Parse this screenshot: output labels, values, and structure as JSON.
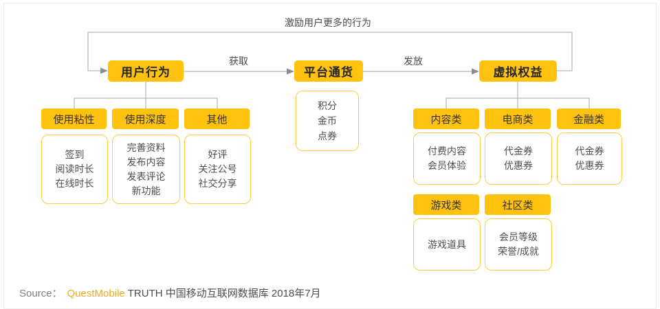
{
  "flow": {
    "feedback_label": "激励用户更多的行为",
    "edge_acquire_label": "获取",
    "edge_distribute_label": "发放",
    "user_behavior": "用户行为",
    "platform_currency": "平台通货",
    "virtual_rights": "虚拟权益"
  },
  "currency_box": {
    "items": [
      "积分",
      "金币",
      "点券"
    ]
  },
  "behavior_groups": [
    {
      "label": "使用粘性",
      "items": [
        "签到",
        "阅读时长",
        "在线时长"
      ]
    },
    {
      "label": "使用深度",
      "items": [
        "完善资料",
        "发布内容",
        "发表评论",
        "新功能"
      ]
    },
    {
      "label": "其他",
      "items": [
        "好评",
        "关注公号",
        "社交分享"
      ]
    }
  ],
  "rights_groups": [
    {
      "label": "内容类",
      "items": [
        "付费内容",
        "会员体验"
      ]
    },
    {
      "label": "电商类",
      "items": [
        "代金券",
        "优惠券"
      ]
    },
    {
      "label": "金融类",
      "items": [
        "代金券",
        "优惠券"
      ]
    },
    {
      "label": "游戏类",
      "items": [
        "游戏道具"
      ]
    },
    {
      "label": "社区类",
      "items": [
        "会员等级",
        "荣誉/成就"
      ]
    }
  ],
  "source": {
    "prefix": "Source：",
    "brand": "QuestMobile",
    "rest": "TRUTH 中国移动互联网数据库 2018年7月"
  },
  "colors": {
    "accent_yellow": "#FFC20E",
    "white_box_border": "#FFCB3D",
    "line_gray": "#A6A6A6",
    "brand_orange": "#F7A81E"
  }
}
